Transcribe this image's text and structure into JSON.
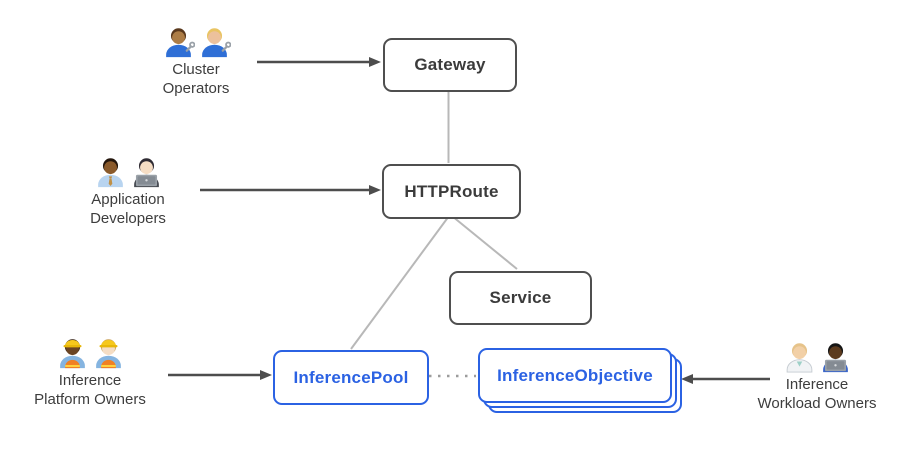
{
  "diagram": {
    "background": "#ffffff",
    "colors": {
      "dark_box_border": "#4f4f4f",
      "dark_box_text": "#3b3b3b",
      "blue_box_border": "#2b62e3",
      "blue_box_text": "#2b62e3",
      "connector_line": "#b8b8b8",
      "arrow_line": "#4d4d4d",
      "dotted_line": "#9c9c9c",
      "persona_label_text": "#3d3d3d"
    },
    "nodes": {
      "gateway": {
        "label": "Gateway"
      },
      "httproute": {
        "label": "HTTPRoute"
      },
      "service": {
        "label": "Service"
      },
      "inference_pool": {
        "label": "InferencePool"
      },
      "inference_objective": {
        "label": "InferenceObjective",
        "stack_count": 3
      }
    },
    "personas": {
      "cluster_operators": {
        "line1": "Cluster",
        "line2": "Operators",
        "icons": [
          "man-mechanic-emoji",
          "woman-mechanic-emoji"
        ]
      },
      "application_developers": {
        "line1": "Application",
        "line2": "Developers",
        "icons": [
          "man-office-worker-emoji",
          "woman-technologist-emoji"
        ]
      },
      "inference_platform_owners": {
        "line1": "Inference",
        "line2": "Platform Owners",
        "icons": [
          "woman-construction-worker-emoji",
          "man-construction-worker-emoji"
        ]
      },
      "inference_workload_owners": {
        "line1": "Inference",
        "line2": "Workload Owners",
        "icons": [
          "health-worker-emoji",
          "man-technologist-emoji"
        ]
      }
    },
    "people_specs": {
      "man_mechanic": {
        "skin": "#ad7d46",
        "hair": "#59381c",
        "shirt": "#2f6fd6",
        "accessory": "wrench"
      },
      "woman_mechanic": {
        "skin": "#ecc19c",
        "hair": "#e9c463",
        "shirt": "#2f6fd6",
        "accessory": "wrench"
      },
      "man_office_worker": {
        "skin": "#8a5a2b",
        "hair": "#23150c",
        "shirt": "#b8d4f0",
        "accessory": "tie"
      },
      "woman_technologist": {
        "skin": "#f5ddc4",
        "hair": "#2f2b33",
        "shirt": "#474b52",
        "accessory": "laptop"
      },
      "woman_construction_worker": {
        "skin": "#6b4423",
        "hair": "#2d1a0e",
        "shirt": "#85b4e0",
        "accessory": "builder"
      },
      "man_construction_worker": {
        "skin": "#f5ddc4",
        "hair": "#caa25a",
        "shirt": "#85b4e0",
        "accessory": "builder"
      },
      "health_worker": {
        "skin": "#f2d0a7",
        "hair": "#e6c38a",
        "shirt": "#f1f3f5",
        "accessory": "coat"
      },
      "man_technologist": {
        "skin": "#5c3b1e",
        "hair": "#161616",
        "shirt": "#3b66c9",
        "accessory": "laptop"
      }
    },
    "edges": [
      {
        "from": "cluster_operators",
        "to": "gateway",
        "type": "arrow"
      },
      {
        "from": "application_developers",
        "to": "httproute",
        "type": "arrow"
      },
      {
        "from": "gateway",
        "to": "httproute",
        "type": "line"
      },
      {
        "from": "httproute",
        "to": "inference_pool",
        "type": "line"
      },
      {
        "from": "httproute",
        "to": "service",
        "type": "line"
      },
      {
        "from": "inference_pool",
        "to": "inference_objective",
        "type": "dotted"
      },
      {
        "from": "inference_platform_owners",
        "to": "inference_pool",
        "type": "arrow"
      },
      {
        "from": "inference_workload_owners",
        "to": "inference_objective",
        "type": "arrow"
      }
    ]
  }
}
